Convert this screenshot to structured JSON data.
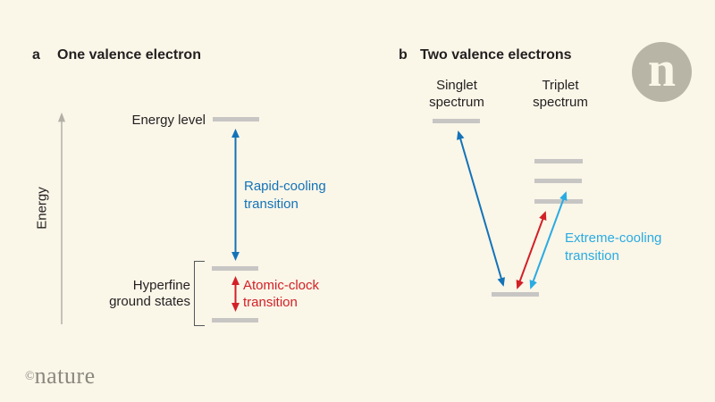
{
  "colors": {
    "background": "#faf6e8",
    "text": "#231f20",
    "blue": "#1473b8",
    "red": "#d32027",
    "cyan": "#2aabe2",
    "bar": "#c7c6c4",
    "axis": "#b3b0a6",
    "bracket": "#55565a",
    "logo": "#b8b5a6",
    "wordmark": "#8b897f"
  },
  "panel_a": {
    "label": "a",
    "title": "One valence electron",
    "axis_label": "Energy",
    "energy_level_label": "Energy level",
    "hyperfine_line1": "Hyperfine",
    "hyperfine_line2": "ground states",
    "rapid_line1": "Rapid-cooling",
    "rapid_line2": "transition",
    "clock_line1": "Atomic-clock",
    "clock_line2": "transition"
  },
  "panel_b": {
    "label": "b",
    "title": "Two valence electrons",
    "singlet_line1": "Singlet",
    "singlet_line2": "spectrum",
    "triplet_line1": "Triplet",
    "triplet_line2": "spectrum",
    "extreme_line1": "Extreme-cooling",
    "extreme_line2": "transition"
  },
  "logo": {
    "letter": "n"
  },
  "footer": {
    "copyright_symbol": "©",
    "brand": "nature"
  }
}
